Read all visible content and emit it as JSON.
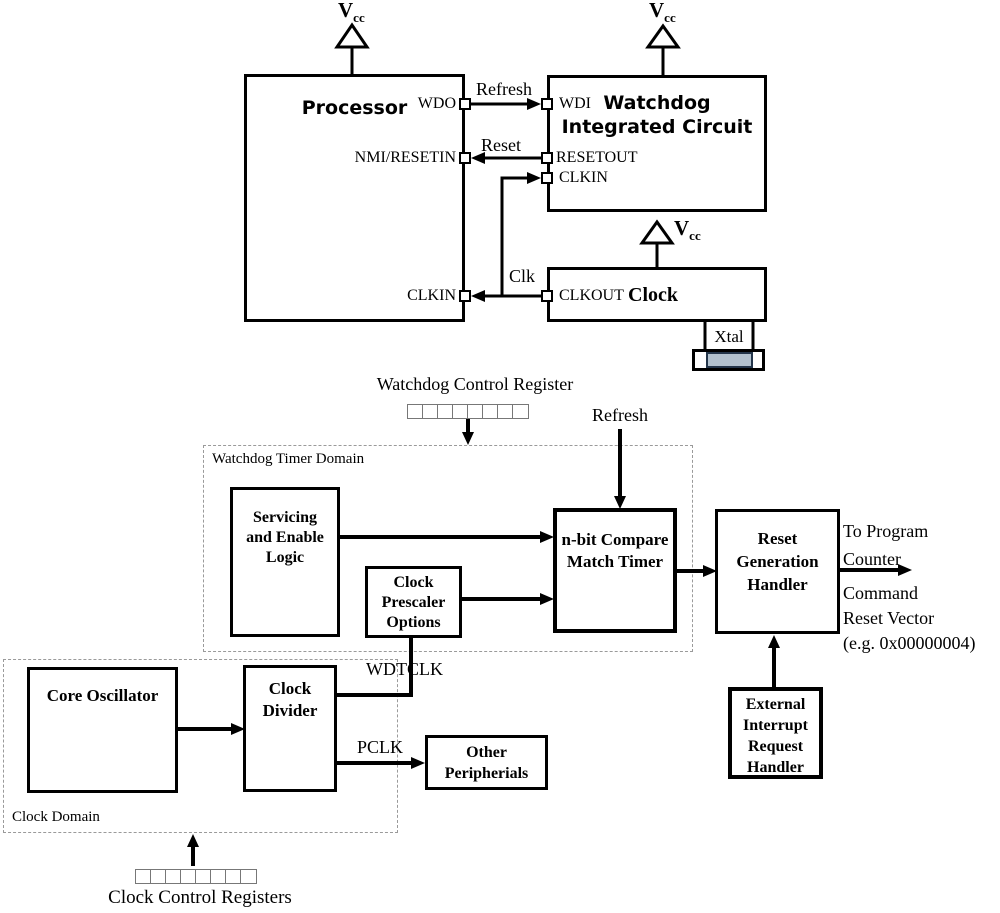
{
  "top": {
    "processor_label": "Processor",
    "watchdog_line1": "Watchdog",
    "watchdog_line2": "Integrated Circuit",
    "clock_label": "Clock",
    "vcc_v": "V",
    "vcc_sub": "cc",
    "pins": {
      "wdo": "WDO",
      "wdi": "WDI",
      "nmi": "NMI/RESETIN",
      "resetout": "RESETOUT",
      "clkin_wd": "CLKIN",
      "clkin_proc": "CLKIN",
      "clkout": "CLKOUT"
    },
    "signals": {
      "refresh": "Refresh",
      "reset": "Reset",
      "clk": "Clk"
    },
    "xtal_label": "Xtal"
  },
  "bottom": {
    "wcr_label": "Watchdog Control Register",
    "refresh_label": "Refresh",
    "wd_domain_label": "Watchdog Timer Domain",
    "clock_domain_label": "Clock Domain",
    "servicing_lines": [
      "Servicing",
      "and Enable",
      "Logic"
    ],
    "prescaler_lines": [
      "Clock",
      "Prescaler",
      "Options"
    ],
    "timer_lines": [
      "n-bit Compare",
      "Match Timer"
    ],
    "reset_handler_lines": [
      "Reset",
      "Generation",
      "Handler"
    ],
    "external_lines": [
      "External",
      "Interrupt",
      "Request",
      "Handler"
    ],
    "core_osc_label": "Core Oscillator",
    "divider_lines": [
      "Clock",
      "Divider"
    ],
    "other_periph_lines": [
      "Other",
      "Peripherials"
    ],
    "wdtclk_label": "WDTCLK",
    "pclk_label": "PCLK",
    "output_upper_lines": [
      "To Program",
      "Counter"
    ],
    "output_lower_lines": [
      "Command",
      "Reset Vector",
      "(e.g. 0x00000004)"
    ],
    "ccr_label": "Clock Control Registers",
    "register_cell_count": "8"
  },
  "colors": {
    "line": "#000000",
    "dashed_border": "#9a9a9a",
    "register_border": "#777777",
    "xtal_fill": "#b3c2cf",
    "xtal_border": "#23354a",
    "background": "#ffffff"
  }
}
